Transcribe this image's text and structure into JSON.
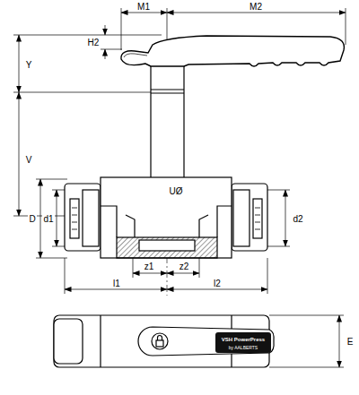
{
  "diagram": {
    "labels": [
      "M1",
      "M2",
      "H2",
      "Y",
      "V",
      "UØ",
      "D",
      "d1",
      "d2",
      "z1",
      "z2",
      "l1",
      "l2",
      "E",
      "VSH PowerPress",
      "by AALBERTS"
    ]
  }
}
